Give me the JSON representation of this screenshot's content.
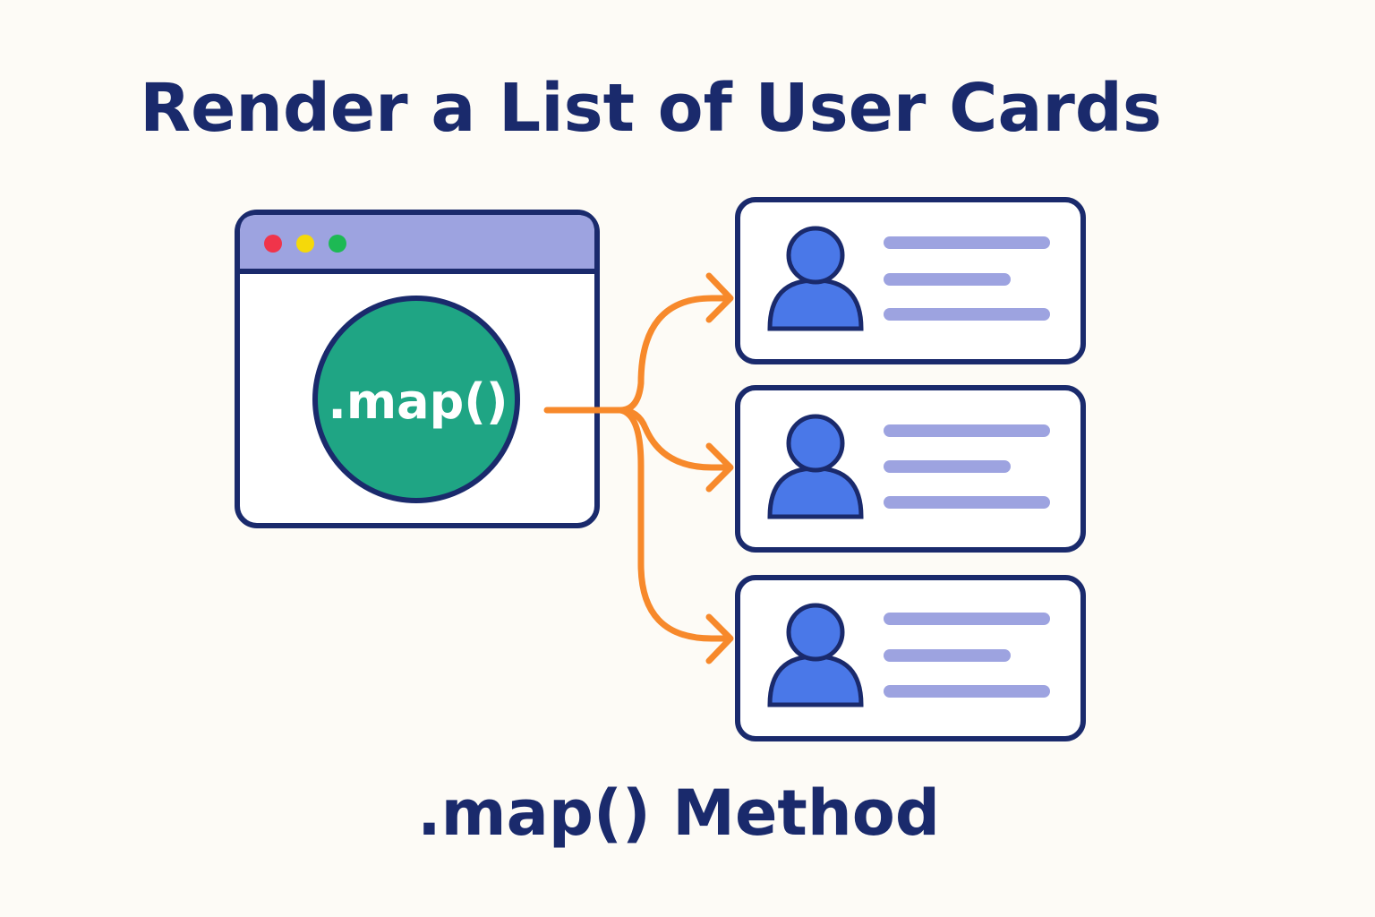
{
  "title": "Render a List of User Cards",
  "caption": ".map() Method",
  "browser": {
    "dots": [
      {
        "name": "close-dot",
        "color": "#f0344a"
      },
      {
        "name": "minimize-dot",
        "color": "#f5d90a"
      },
      {
        "name": "maximize-dot",
        "color": "#1db954"
      }
    ],
    "circle_label": ".map()"
  },
  "cards": [
    {
      "icon": "user-avatar-icon"
    },
    {
      "icon": "user-avatar-icon"
    },
    {
      "icon": "user-avatar-icon"
    }
  ],
  "colors": {
    "background": "#fdfbf6",
    "navy": "#1a2a6c",
    "titlebar": "#9da3e0",
    "circle": "#1fa584",
    "arrow": "#f7892b",
    "avatar": "#4a78e8",
    "card_lines": "#9da3e0"
  }
}
